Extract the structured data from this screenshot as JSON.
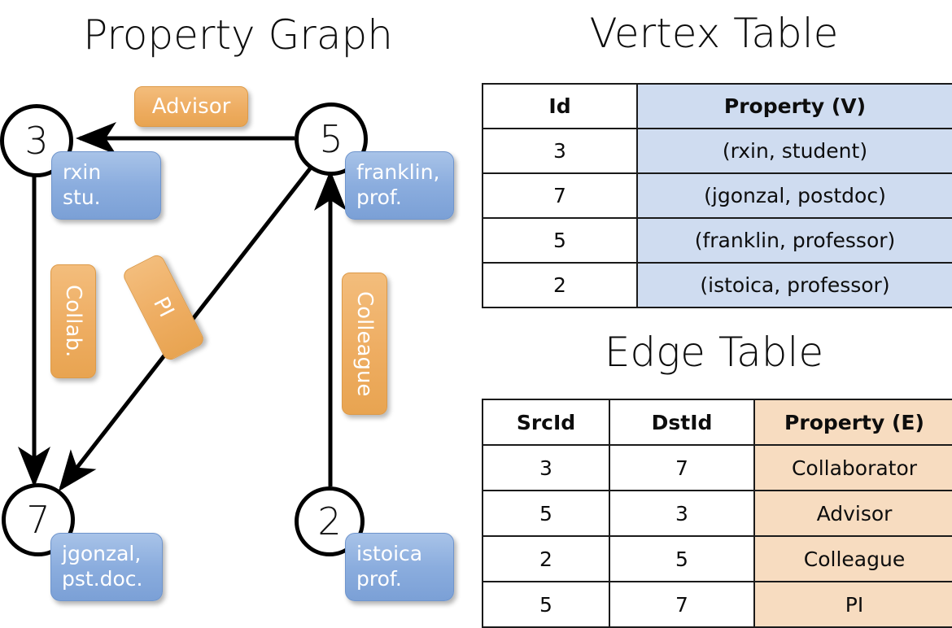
{
  "titles": {
    "property_graph": "Property Graph",
    "vertex_table": "Vertex Table",
    "edge_table": "Edge Table"
  },
  "colors": {
    "vertex_property_fill": "#cfdcf0",
    "edge_property_fill": "#f7dcc0",
    "node_property_box": "#8badde",
    "edge_label_box": "#eead62",
    "stroke": "#000000"
  },
  "graph": {
    "nodes": [
      {
        "id": "3",
        "label": "3",
        "property_lines": [
          "rxin",
          "stu."
        ]
      },
      {
        "id": "5",
        "label": "5",
        "property_lines": [
          "franklin,",
          "prof."
        ]
      },
      {
        "id": "7",
        "label": "7",
        "property_lines": [
          "jgonzal,",
          "pst.doc."
        ]
      },
      {
        "id": "2",
        "label": "2",
        "property_lines": [
          "istoica",
          "prof."
        ]
      }
    ],
    "edge_labels": [
      {
        "name": "advisor",
        "text": "Advisor",
        "src": "5",
        "dst": "3"
      },
      {
        "name": "collab",
        "text": "Collab.",
        "src": "3",
        "dst": "7"
      },
      {
        "name": "pi",
        "text": "PI",
        "src": "5",
        "dst": "7"
      },
      {
        "name": "colleague",
        "text": "Colleague",
        "src": "2",
        "dst": "5"
      }
    ]
  },
  "vertex_table": {
    "headers": [
      "Id",
      "Property (V)"
    ],
    "rows": [
      {
        "id": "3",
        "property": "(rxin, student)"
      },
      {
        "id": "7",
        "property": "(jgonzal, postdoc)"
      },
      {
        "id": "5",
        "property": "(franklin, professor)"
      },
      {
        "id": "2",
        "property": "(istoica, professor)"
      }
    ]
  },
  "edge_table": {
    "headers": [
      "SrcId",
      "DstId",
      "Property (E)"
    ],
    "rows": [
      {
        "src": "3",
        "dst": "7",
        "property": "Collaborator"
      },
      {
        "src": "5",
        "dst": "3",
        "property": "Advisor"
      },
      {
        "src": "2",
        "dst": "5",
        "property": "Colleague"
      },
      {
        "src": "5",
        "dst": "7",
        "property": "PI"
      }
    ]
  }
}
